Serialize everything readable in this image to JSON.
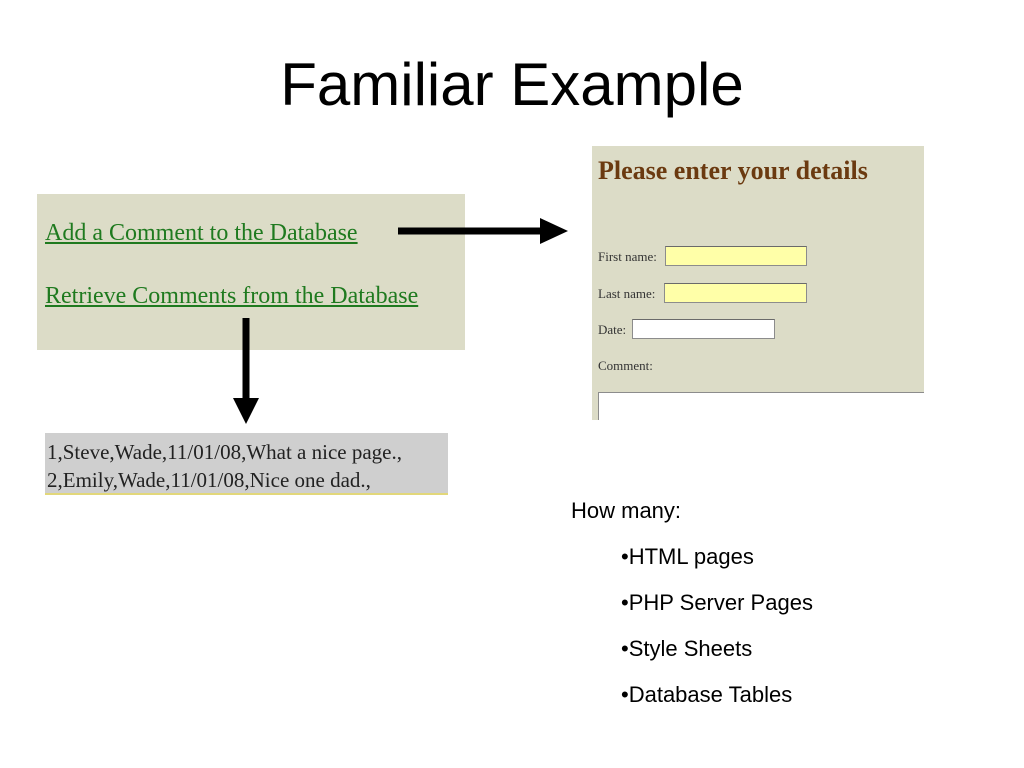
{
  "slide": {
    "title": "Familiar Example"
  },
  "links": {
    "add": "Add a Comment to the Database",
    "retrieve": "Retrieve Comments from the Database"
  },
  "results": {
    "rows": [
      "1,Steve,Wade,11/01/08,What a nice page.,",
      "2,Emily,Wade,11/01/08,Nice one dad.,"
    ]
  },
  "form": {
    "heading": "Please enter your details",
    "first_name_label": "First name:",
    "last_name_label": "Last name:",
    "date_label": "Date:",
    "comment_label": "Comment:",
    "first_name_value": "",
    "last_name_value": "",
    "date_value": "",
    "comment_value": ""
  },
  "question": {
    "prompt": "How many:",
    "items": [
      "•HTML pages",
      "•PHP Server Pages",
      "•Style Sheets",
      "•Database Tables"
    ]
  },
  "colors": {
    "panel_bg": "#dcdcc7",
    "link": "#1f7a1f",
    "heading": "#6b3a10",
    "input_highlight": "#ffffa8",
    "results_bg": "#cfcfcf"
  },
  "icons": [
    "arrow-right-icon",
    "arrow-down-icon"
  ]
}
